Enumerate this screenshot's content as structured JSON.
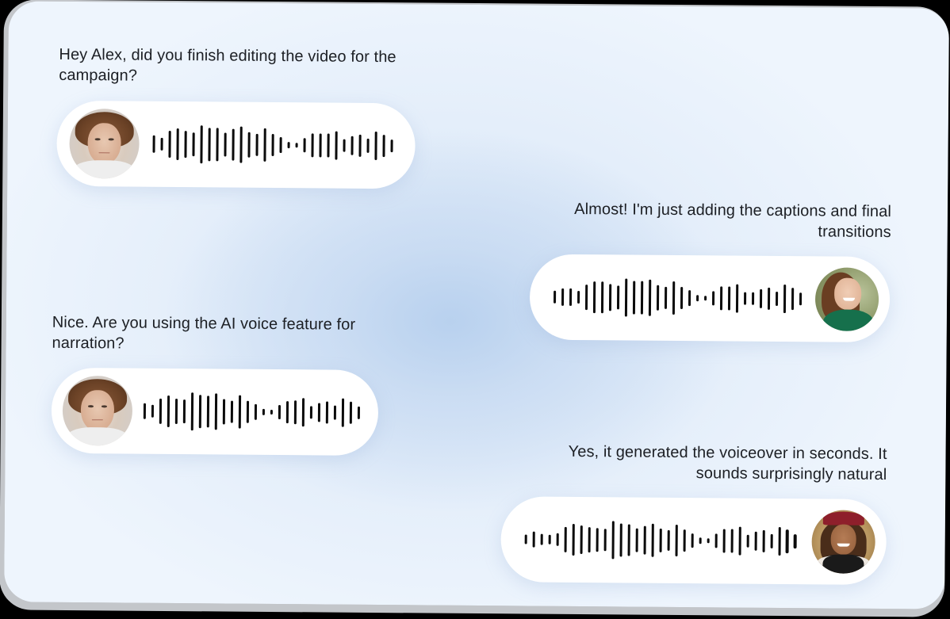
{
  "conversation": {
    "messages": [
      {
        "sender": "male",
        "align": "left",
        "text": "Hey Alex, did you finish editing the video for the campaign?",
        "avatar_icon": "male-avatar-icon",
        "waveform": [
          22,
          16,
          34,
          40,
          34,
          30,
          48,
          42,
          42,
          30,
          40,
          46,
          32,
          28,
          42,
          28,
          20,
          8,
          6,
          18,
          30,
          30,
          30,
          36,
          16,
          24,
          28,
          18,
          36,
          28,
          16
        ]
      },
      {
        "sender": "female-1",
        "align": "right",
        "text": "Almost! I'm just adding the captions and final transitions",
        "avatar_icon": "female-avatar-icon",
        "waveform": [
          16,
          22,
          22,
          16,
          32,
          40,
          40,
          34,
          30,
          48,
          42,
          42,
          46,
          32,
          28,
          42,
          28,
          20,
          8,
          6,
          18,
          30,
          30,
          36,
          16,
          16,
          24,
          28,
          18,
          36,
          28,
          16
        ]
      },
      {
        "sender": "male",
        "align": "left",
        "text": "Nice. Are you using the AI voice feature for narration?",
        "avatar_icon": "male-avatar-icon",
        "waveform": [
          20,
          16,
          32,
          40,
          32,
          30,
          48,
          42,
          40,
          46,
          32,
          28,
          42,
          28,
          20,
          8,
          6,
          18,
          28,
          30,
          36,
          16,
          24,
          28,
          18,
          36,
          28,
          16
        ]
      },
      {
        "sender": "female-2",
        "align": "right",
        "text": "Yes, it generated the voiceover in seconds. It sounds surprisingly natural",
        "avatar_icon": "graduate-avatar-icon",
        "waveform": [
          12,
          20,
          14,
          12,
          16,
          32,
          40,
          36,
          32,
          30,
          28,
          48,
          42,
          40,
          30,
          36,
          42,
          30,
          26,
          40,
          28,
          18,
          8,
          6,
          18,
          30,
          30,
          36,
          16,
          24,
          28,
          18,
          36,
          30,
          18
        ]
      }
    ]
  },
  "colors": {
    "bubble": "#ffffff",
    "waveform": "#0b0b0b",
    "text": "#1c1f24",
    "background_center": "#bcd3ef",
    "background_edge": "#eef5fd",
    "frame_border": "#c3c6ca"
  }
}
